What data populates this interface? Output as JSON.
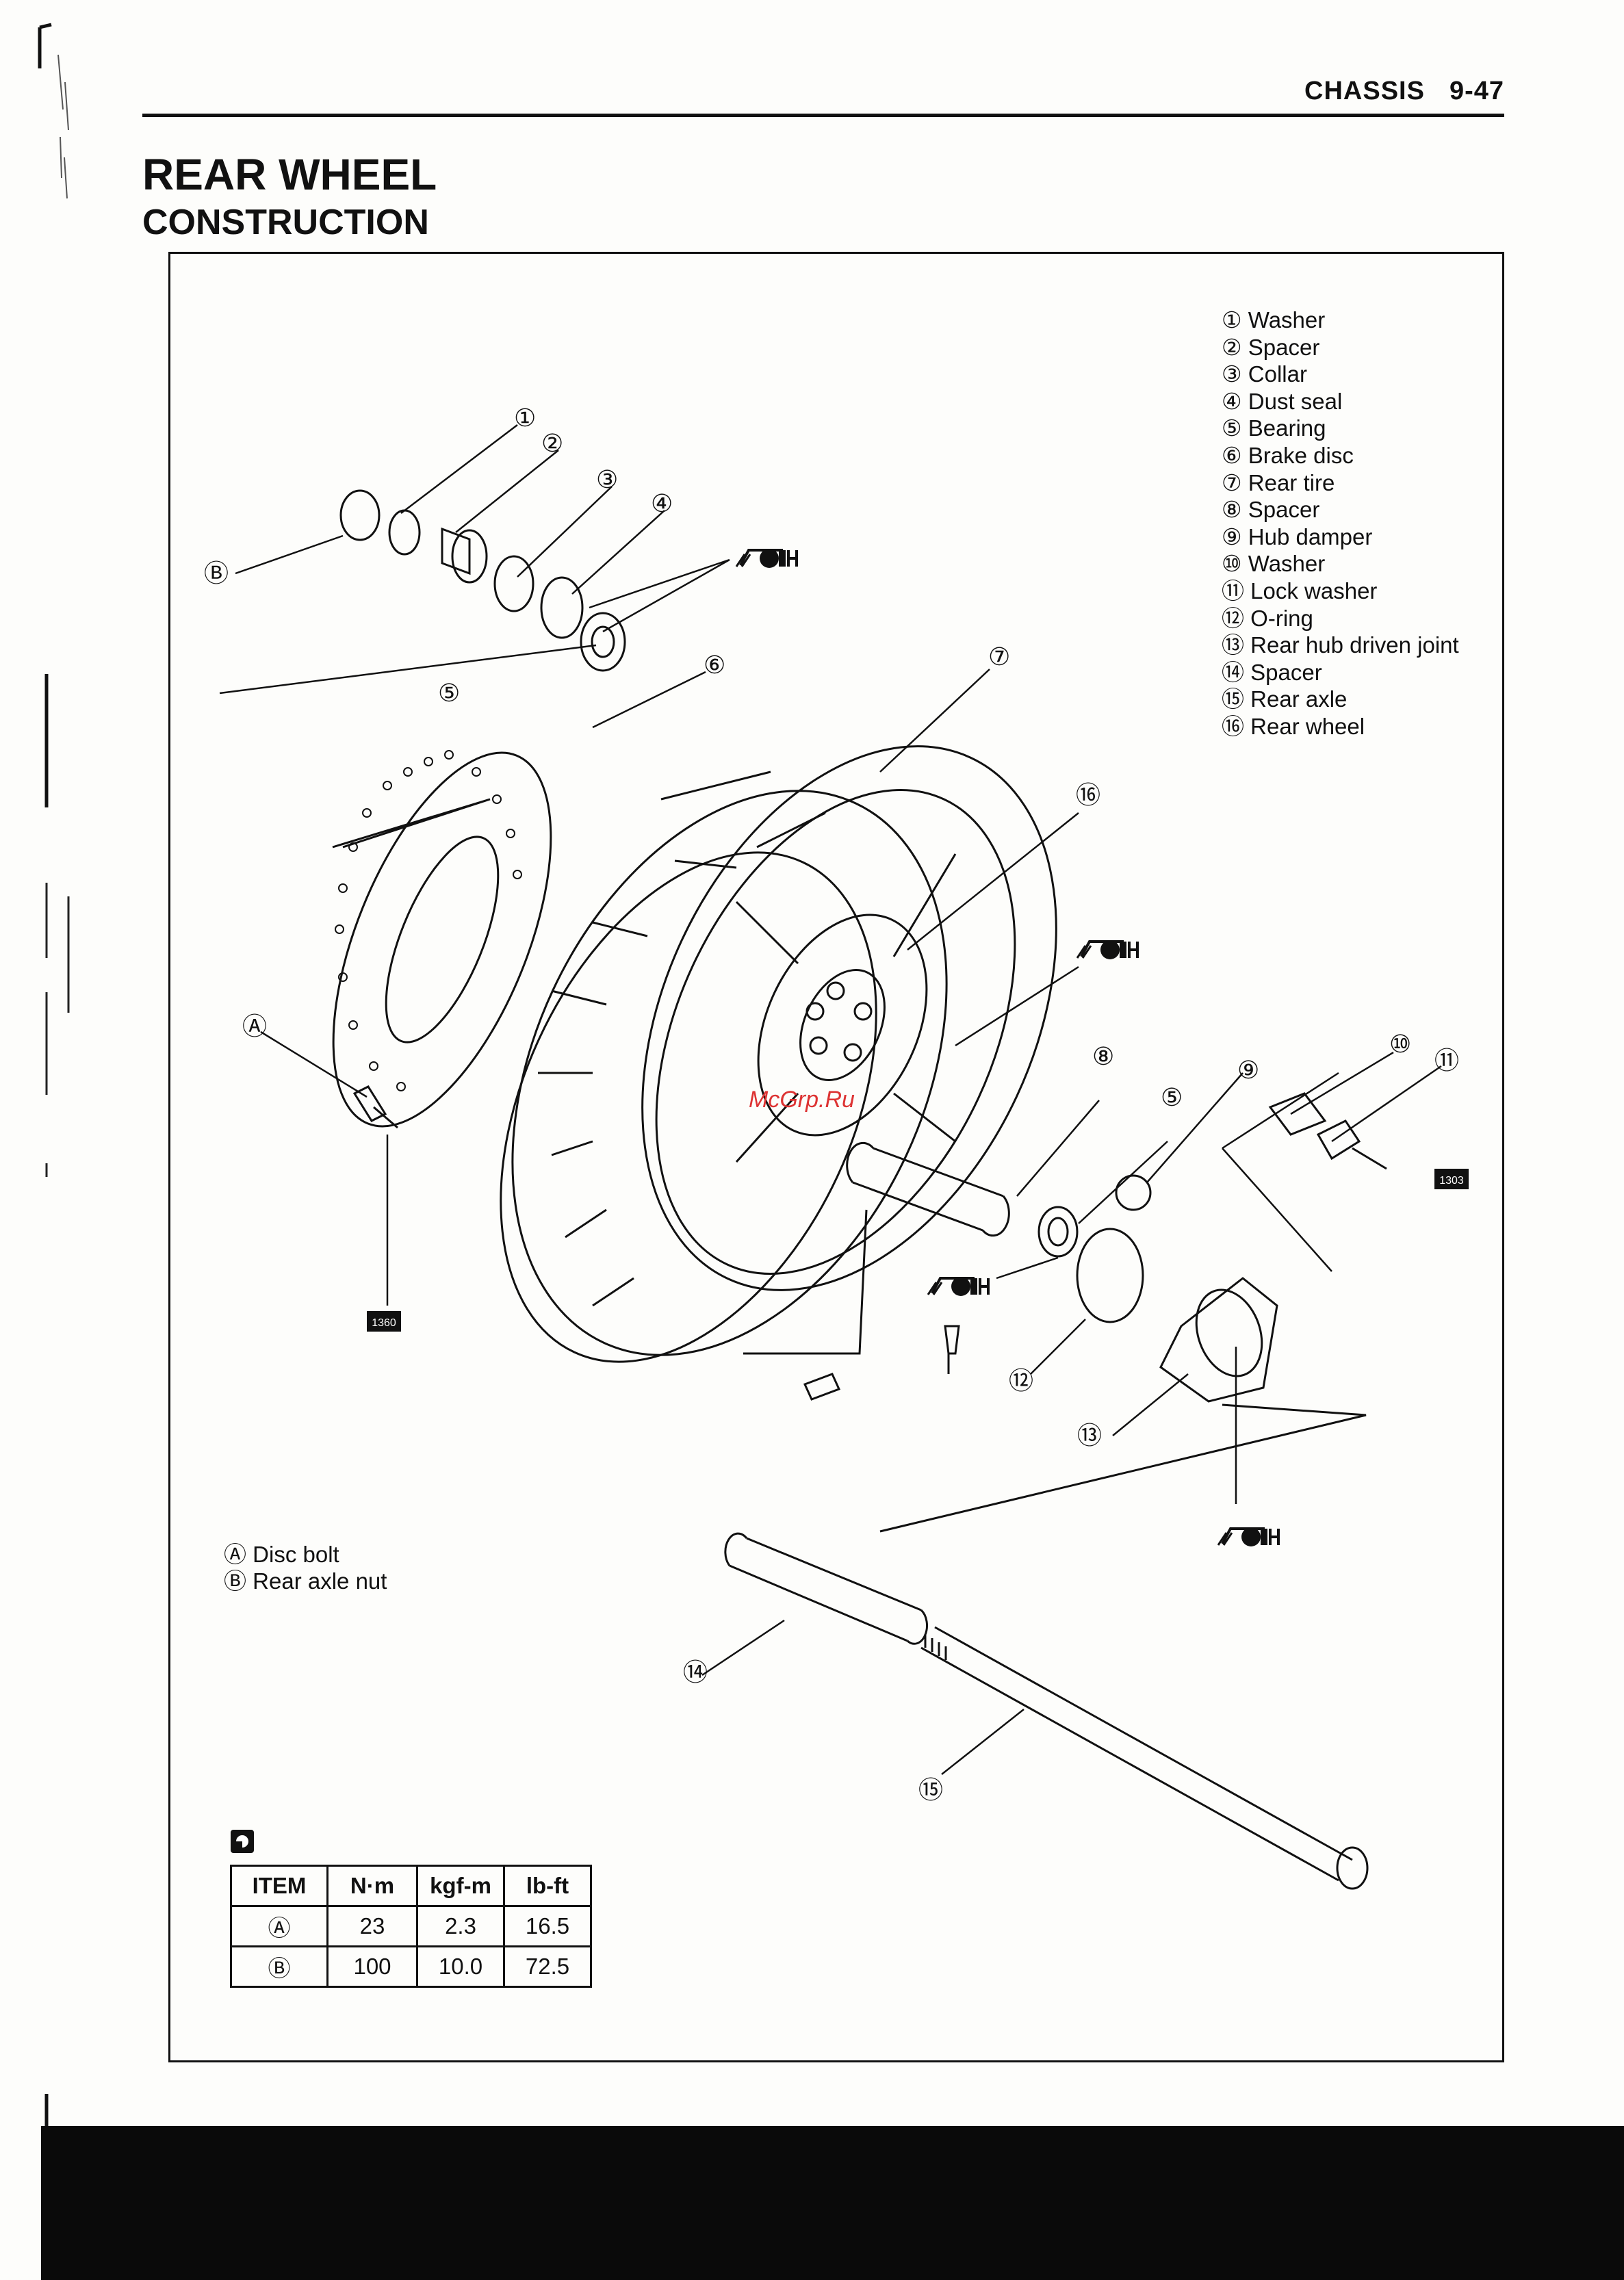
{
  "header": {
    "section": "CHASSIS",
    "page": "9-47"
  },
  "title": "REAR WHEEL",
  "subtitle": "CONSTRUCTION",
  "parts": [
    {
      "num": "①",
      "name": "Washer"
    },
    {
      "num": "②",
      "name": "Spacer"
    },
    {
      "num": "③",
      "name": "Collar"
    },
    {
      "num": "④",
      "name": "Dust seal"
    },
    {
      "num": "⑤",
      "name": "Bearing"
    },
    {
      "num": "⑥",
      "name": "Brake disc"
    },
    {
      "num": "⑦",
      "name": "Rear tire"
    },
    {
      "num": "⑧",
      "name": "Spacer"
    },
    {
      "num": "⑨",
      "name": "Hub damper"
    },
    {
      "num": "⑩",
      "name": "Washer"
    },
    {
      "num": "⑪",
      "name": "Lock washer"
    },
    {
      "num": "⑫",
      "name": "O-ring"
    },
    {
      "num": "⑬",
      "name": "Rear hub driven joint"
    },
    {
      "num": "⑭",
      "name": "Spacer"
    },
    {
      "num": "⑮",
      "name": "Rear axle"
    },
    {
      "num": "⑯",
      "name": "Rear wheel"
    }
  ],
  "callouts": {
    "c1": "①",
    "c2": "②",
    "c3": "③",
    "c4": "④",
    "c5a": "⑤",
    "c5b": "⑤",
    "c6": "⑥",
    "c7": "⑦",
    "c8": "⑧",
    "c9": "⑨",
    "c10": "⑩",
    "c11": "⑪",
    "c12": "⑫",
    "c13": "⑬",
    "c14": "⑭",
    "c15": "⑮",
    "c16": "⑯",
    "cA": "Ⓐ",
    "cB": "Ⓑ"
  },
  "grease_label": "A",
  "thread_lock_codes": {
    "disc_bolt": "1360",
    "lock_washer_bolt": "1303"
  },
  "legend2": [
    {
      "num": "Ⓐ",
      "name": "Disc bolt"
    },
    {
      "num": "Ⓑ",
      "name": "Rear axle nut"
    }
  ],
  "torque_table": {
    "headers": [
      "ITEM",
      "N·m",
      "kgf-m",
      "lb-ft"
    ],
    "rows": [
      [
        "Ⓐ",
        "23",
        "2.3",
        "16.5"
      ],
      [
        "Ⓑ",
        "100",
        "10.0",
        "72.5"
      ]
    ]
  },
  "watermark": "McGrp.Ru",
  "colors": {
    "ink": "#111111",
    "paper": "#fdfdfb",
    "watermark": "#dd3333"
  }
}
